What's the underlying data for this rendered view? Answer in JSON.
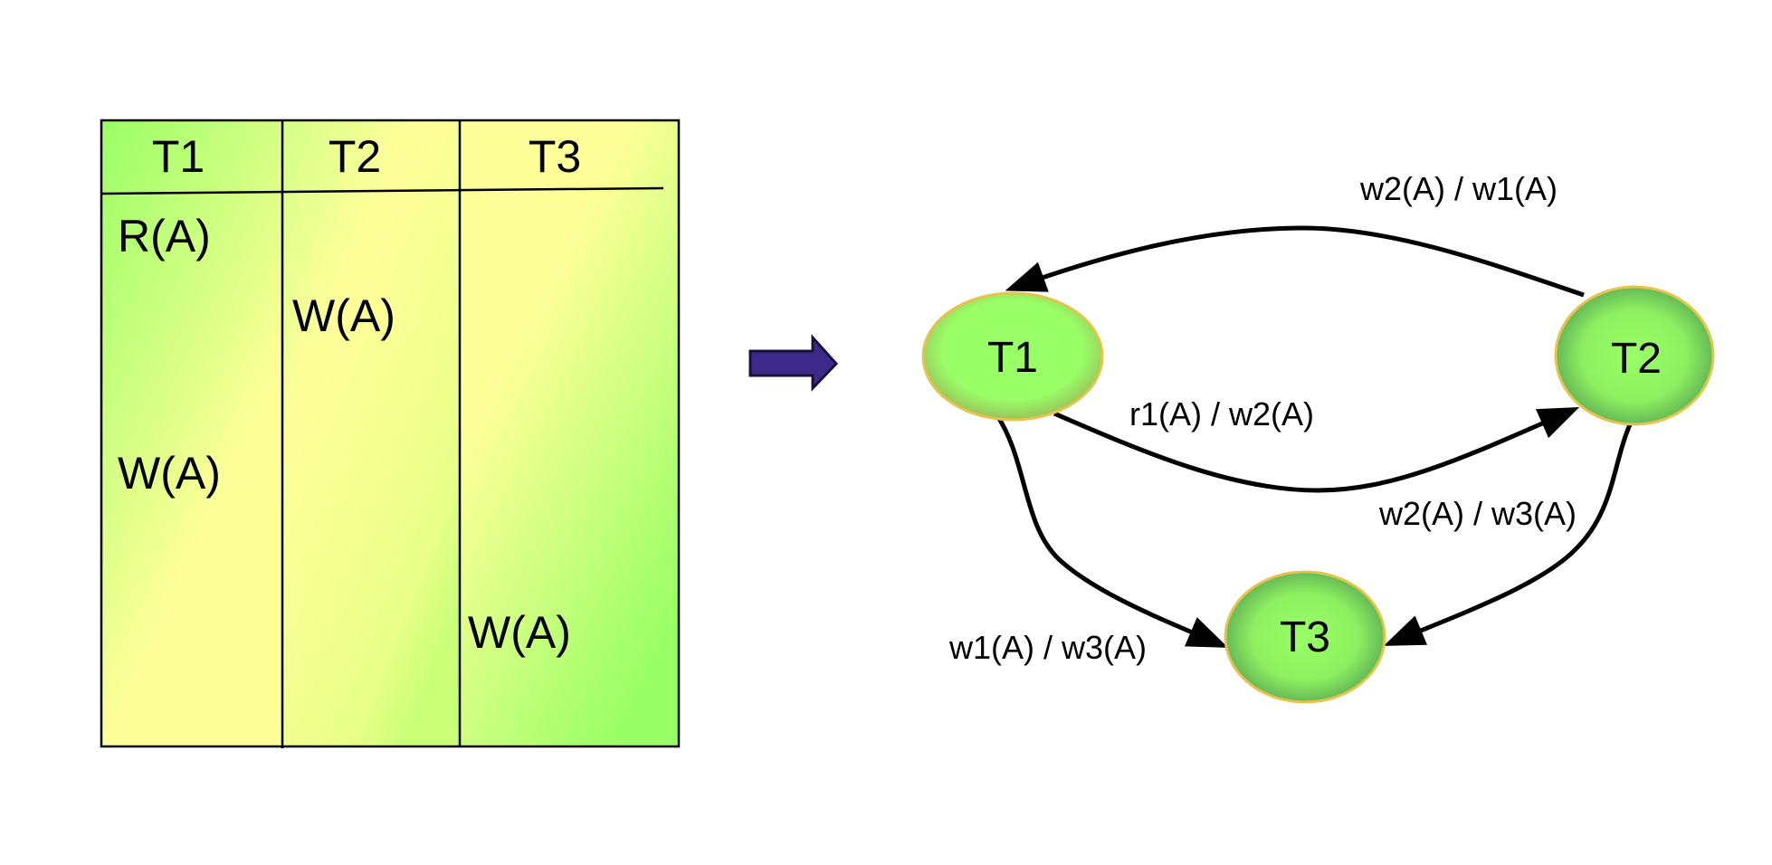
{
  "schedule_table": {
    "headers": [
      "T1",
      "T2",
      "T3"
    ],
    "operations": [
      {
        "column": "T1",
        "op": "R(A)"
      },
      {
        "column": "T2",
        "op": "W(A)"
      },
      {
        "column": "T1",
        "op": "W(A)"
      },
      {
        "column": "T3",
        "op": "W(A)"
      }
    ]
  },
  "graph": {
    "nodes": [
      "T1",
      "T2",
      "T3"
    ],
    "edges": [
      {
        "from": "T2",
        "to": "T1",
        "label": "w2(A) / w1(A)"
      },
      {
        "from": "T1",
        "to": "T2",
        "label": "r1(A) / w2(A)"
      },
      {
        "from": "T1",
        "to": "T3",
        "label": "w1(A) / w3(A)"
      },
      {
        "from": "T2",
        "to": "T3",
        "label": "w2(A) / w3(A)"
      }
    ]
  },
  "colors": {
    "green": "#99ff66",
    "yellow": "#ffff99",
    "dark_green": "#4d9950",
    "node_border": "#e6c34d",
    "arrow_fill": "#3b2a8a",
    "arrow_border": "#1a1040"
  },
  "icons": {
    "transition": "right-arrow-icon"
  }
}
